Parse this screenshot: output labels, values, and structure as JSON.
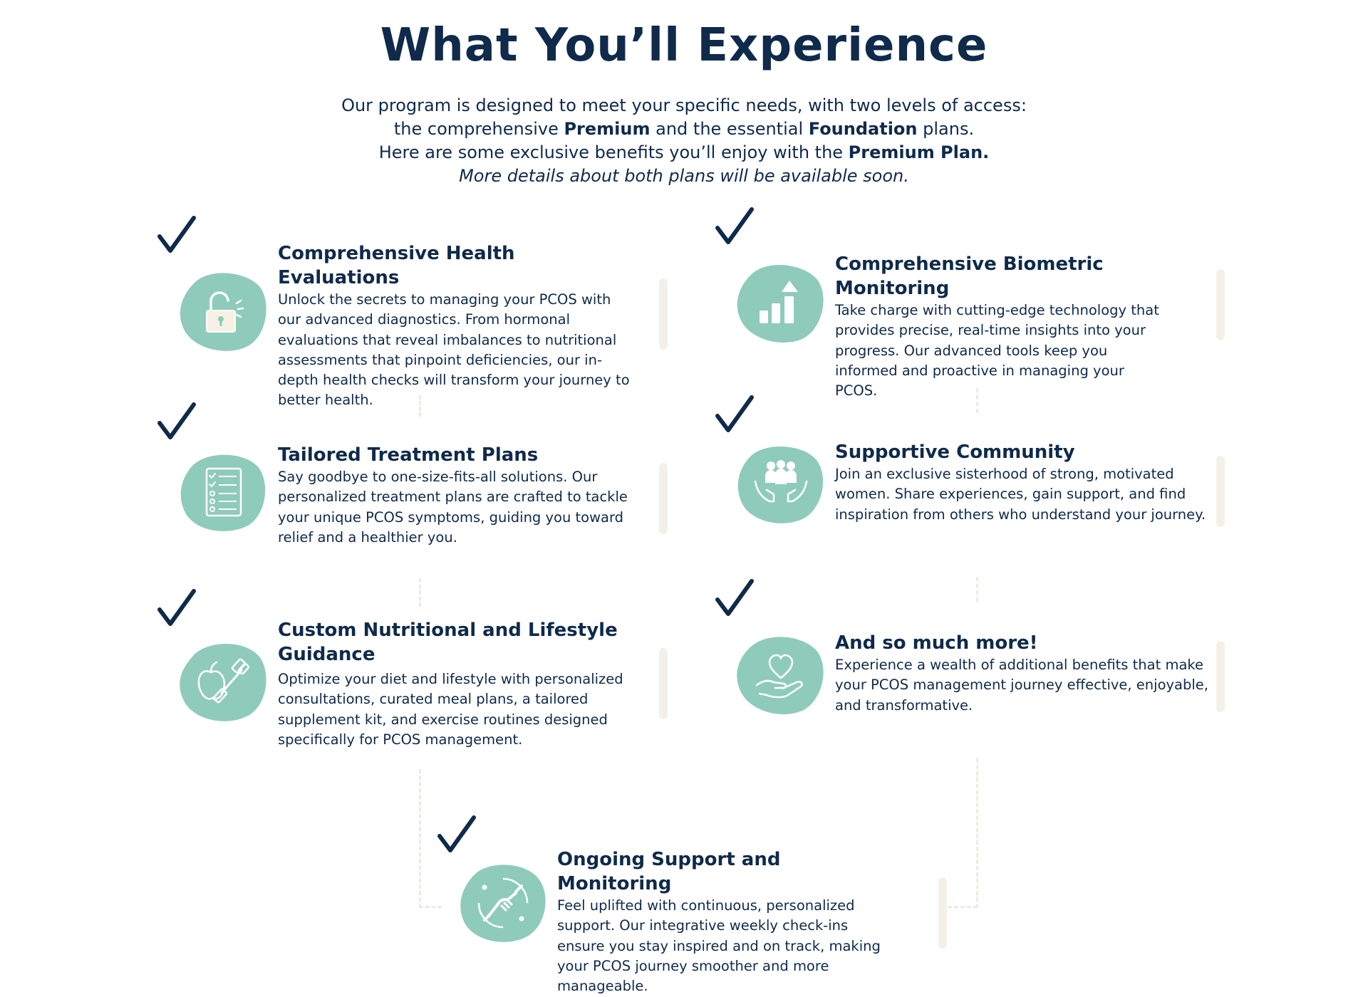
{
  "header": {
    "title": "What You’ll Experience"
  },
  "intro": {
    "line1": "Our program is designed to meet your specific needs, with two levels of access:",
    "line2_a": "the comprehensive ",
    "line2_premium": "Premium",
    "line2_b": " and the essential ",
    "line2_foundation": "Foundation",
    "line2_c": " plans.",
    "line3_a": "Here are some exclusive benefits you’ll enjoy with the ",
    "line3_plan": "Premium Plan.",
    "line4": "More details about both plans will be available soon."
  },
  "colors": {
    "navy": "#0f2a4a",
    "teal": "#8fcbbb",
    "icon_line": "#ffffff",
    "connector": "#ecebe3"
  },
  "benefits": [
    {
      "title": "Comprehensive Health Evaluations",
      "body": "Unlock the secrets to managing your PCOS with our advanced diagnostics. From hormonal evaluations that reveal imbalances to nutritional assessments that pinpoint deficiencies, our in-depth health checks will transform your journey to better health.",
      "icon": "unlocked-padlock-icon"
    },
    {
      "title": "Comprehensive Biometric Monitoring",
      "body": "Take charge with cutting-edge technology that provides precise, real-time insights into your progress. Our advanced tools keep you informed and proactive in managing your PCOS.",
      "icon": "growth-chart-icon"
    },
    {
      "title": "Tailored Treatment Plans",
      "body": "Say goodbye to one-size-fits-all solutions. Our personalized treatment plans are crafted to tackle your unique PCOS symptoms, guiding you toward relief and a healthier you.",
      "icon": "checklist-icon"
    },
    {
      "title": "Supportive Community",
      "body": "Join an exclusive sisterhood of strong, motivated women. Share experiences, gain support, and find inspiration from others who understand your journey.",
      "icon": "community-hands-icon"
    },
    {
      "title": "Custom Nutritional and Lifestyle Guidance",
      "body": "Optimize your diet and lifestyle with personalized consultations, curated meal plans, a tailored supplement kit, and exercise routines designed specifically for PCOS management.",
      "icon": "apple-dumbbell-icon"
    },
    {
      "title": "And so much more!",
      "body": "Experience a wealth of additional benefits that make your PCOS management journey effective, enjoyable, and transformative.",
      "icon": "heart-in-hand-icon"
    },
    {
      "title": "Ongoing Support and Monitoring",
      "body": "Feel uplifted with continuous, personalized support. Our integrative weekly check-ins ensure you stay inspired and on track, making your PCOS journey smoother and more manageable.",
      "icon": "helping-hands-icon"
    }
  ]
}
